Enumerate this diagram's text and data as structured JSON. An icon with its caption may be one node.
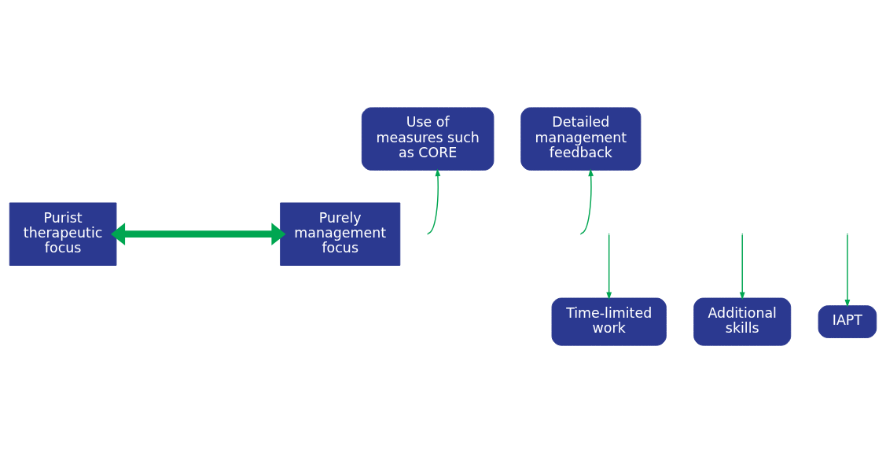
{
  "diagram": {
    "nodes": [
      {
        "text": [
          "Purist therapeutic focus"
        ]
      },
      {
        "text": [
          "Use of measures such as CORE"
        ]
      },
      {
        "text": [
          "Detailed management feedback"
        ]
      },
      {
        "text": [
          "Purely management focus"
        ]
      },
      {
        "text": [
          "Time-limited work"
        ]
      },
      {
        "text": [
          "Additional skills"
        ]
      },
      {
        "text": [
          "IAPT"
        ]
      }
    ],
    "edges": [
      {
        "from": 0,
        "to": 3,
        "arrow": "both",
        "style": "thick"
      },
      {
        "from": null,
        "to": 1,
        "arrow": "to"
      },
      {
        "from": null,
        "to": 2,
        "arrow": "to"
      },
      {
        "from": null,
        "to": 4,
        "arrow": "to"
      },
      {
        "from": null,
        "to": 5,
        "arrow": "to"
      },
      {
        "from": null,
        "to": 6,
        "arrow": "to"
      }
    ]
  }
}
